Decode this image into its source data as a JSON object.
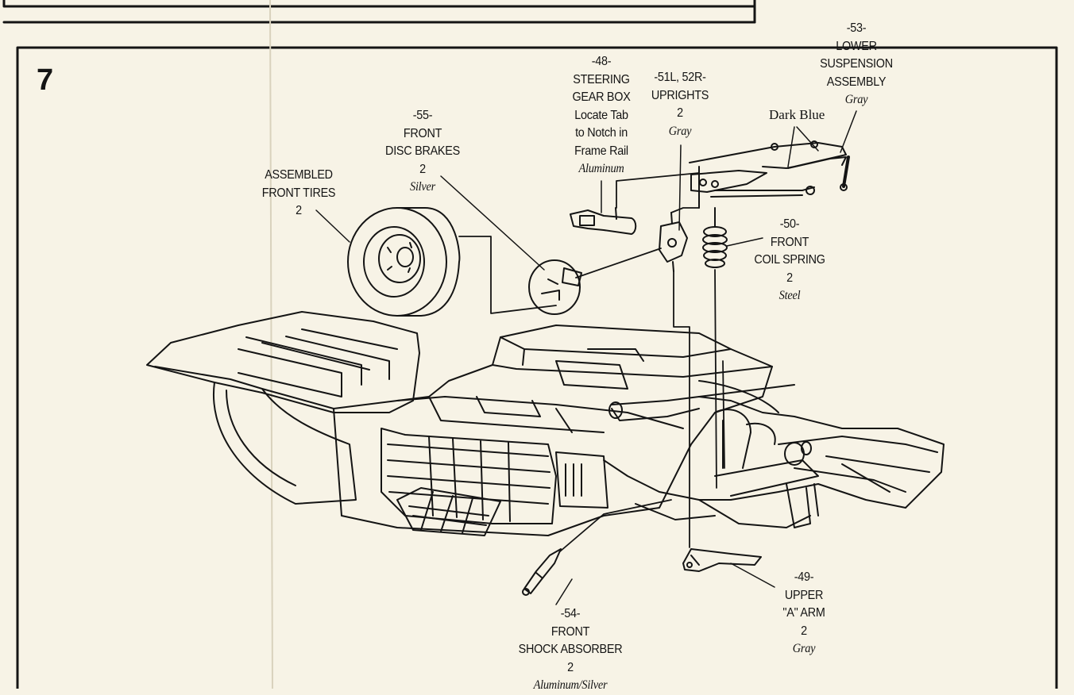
{
  "step_number": "7",
  "parts": [
    {
      "id": "tires",
      "number": "",
      "lines": [
        "ASSEMBLED",
        "FRONT TIRES",
        "2"
      ],
      "material": ""
    },
    {
      "id": "brakes",
      "number": "-55-",
      "lines": [
        "FRONT",
        "DISC BRAKES",
        "2"
      ],
      "material": "Silver"
    },
    {
      "id": "gearbox",
      "number": "-48-",
      "lines": [
        "STEERING",
        "GEAR BOX",
        "Locate Tab",
        "to Notch in",
        "Frame Rail"
      ],
      "material": "Aluminum"
    },
    {
      "id": "uprights",
      "number": "-51L, 52R-",
      "lines": [
        "UPRIGHTS",
        "2"
      ],
      "material": "Gray"
    },
    {
      "id": "lowersusp",
      "number": "-53-",
      "lines": [
        "LOWER",
        "SUSPENSION",
        "ASSEMBLY"
      ],
      "material": "Gray"
    },
    {
      "id": "coilspring",
      "number": "-50-",
      "lines": [
        "FRONT",
        "COIL SPRING",
        "2"
      ],
      "material": "Steel"
    },
    {
      "id": "upperarm",
      "number": "-49-",
      "lines": [
        "UPPER",
        "\"A\" ARM",
        "2"
      ],
      "material": "Gray"
    },
    {
      "id": "shock",
      "number": "-54-",
      "lines": [
        "FRONT",
        "SHOCK ABSORBER",
        "2"
      ],
      "material": "Aluminum/Silver"
    }
  ],
  "callouts": {
    "dark_blue": "Dark Blue"
  },
  "colors": {
    "paper": "#f7f3e6",
    "ink": "#141414"
  }
}
